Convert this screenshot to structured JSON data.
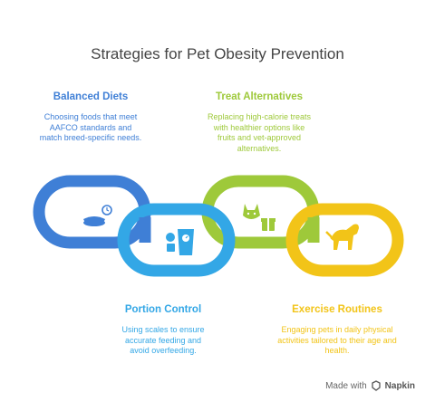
{
  "title": "Strategies for Pet Obesity Prevention",
  "steps": [
    {
      "id": "balanced",
      "heading": "Balanced Diets",
      "description": "Choosing foods that meet AAFCO standards and match breed-specific needs.",
      "color": "#3f7fd6",
      "icon": "pet-food-bowl-icon"
    },
    {
      "id": "portion",
      "heading": "Portion Control",
      "description": "Using scales to ensure accurate feeding and avoid overfeeding.",
      "color": "#33a7e6",
      "icon": "scale-icon"
    },
    {
      "id": "treat",
      "heading": "Treat Alternatives",
      "description": "Replacing high-calorie treats with healthier options like fruits and vet-approved alternatives.",
      "color": "#9ec93a",
      "icon": "cat-gift-icon"
    },
    {
      "id": "exercise",
      "heading": "Exercise Routines",
      "description": "Engaging pets in daily physical activities tailored to their age and health.",
      "color": "#f2c418",
      "icon": "dog-icon"
    }
  ],
  "footer": {
    "prefix": "Made with",
    "brand": "Napkin"
  }
}
